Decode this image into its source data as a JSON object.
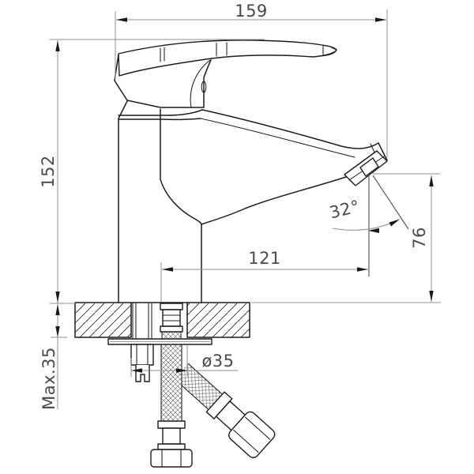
{
  "drawing": {
    "type": "technical-dimension-drawing",
    "subject": "single-lever basin mixer faucet, side view with mounting hardware and counter cross-section",
    "dims": {
      "overall_length": "159",
      "overall_height": "152",
      "spout_reach": "121",
      "outlet_height": "76",
      "stream_angle": "32°",
      "max_deck_thickness": "Max.35",
      "mounting_hole_diameter": "ø35"
    },
    "colors": {
      "background": "#ffffff",
      "part_outline": "#1c1c1c",
      "dimension_lines": "#8f8f8f",
      "dimension_text": "#4a4a4a"
    },
    "parts": [
      "lever-handle",
      "body-cap",
      "body-column",
      "spout",
      "aerator",
      "counter-slab-hatched",
      "threaded-stud",
      "mounting-nut",
      "washer-plate",
      "supply-hose-vertical",
      "supply-hose-diagonal",
      "hose-end-nuts"
    ]
  }
}
